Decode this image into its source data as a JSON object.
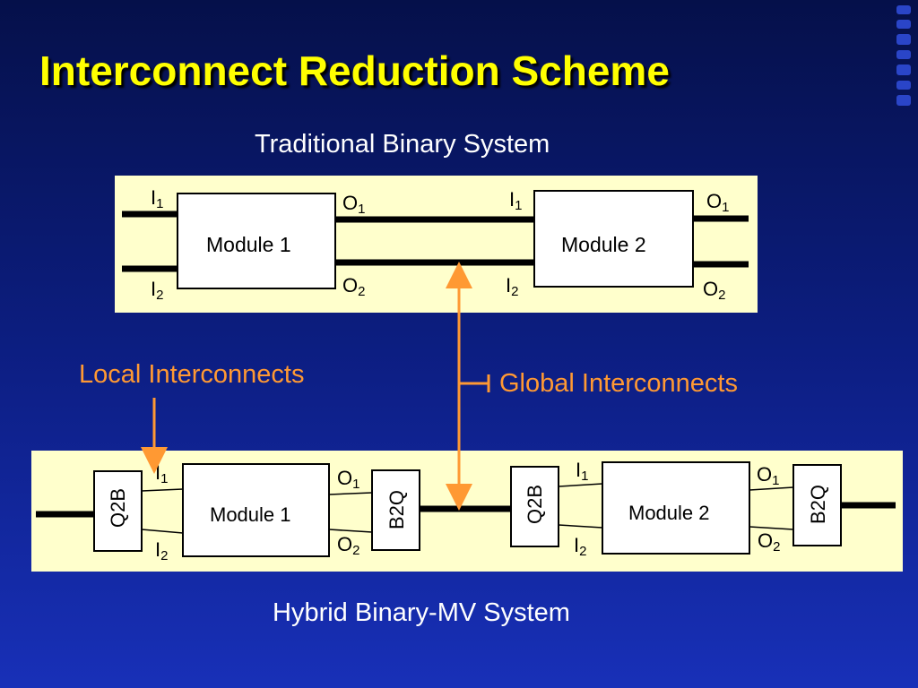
{
  "title": "Interconnect Reduction Scheme",
  "captions": {
    "traditional": "Traditional Binary System",
    "hybrid": "Hybrid Binary-MV System"
  },
  "annotations": {
    "local": "Local Interconnects",
    "global": "Global Interconnects"
  },
  "modules": {
    "module1": "Module 1",
    "module2": "Module 2"
  },
  "converters": {
    "q2b": "Q2B",
    "b2q": "B2Q"
  },
  "ports": {
    "I": "I",
    "O": "O",
    "one": "1",
    "two": "2"
  },
  "colors": {
    "background_top": "#05104a",
    "background_bottom": "#1830b8",
    "title": "#ffff00",
    "panel": "#ffffcc",
    "annotation": "#ff9933"
  }
}
